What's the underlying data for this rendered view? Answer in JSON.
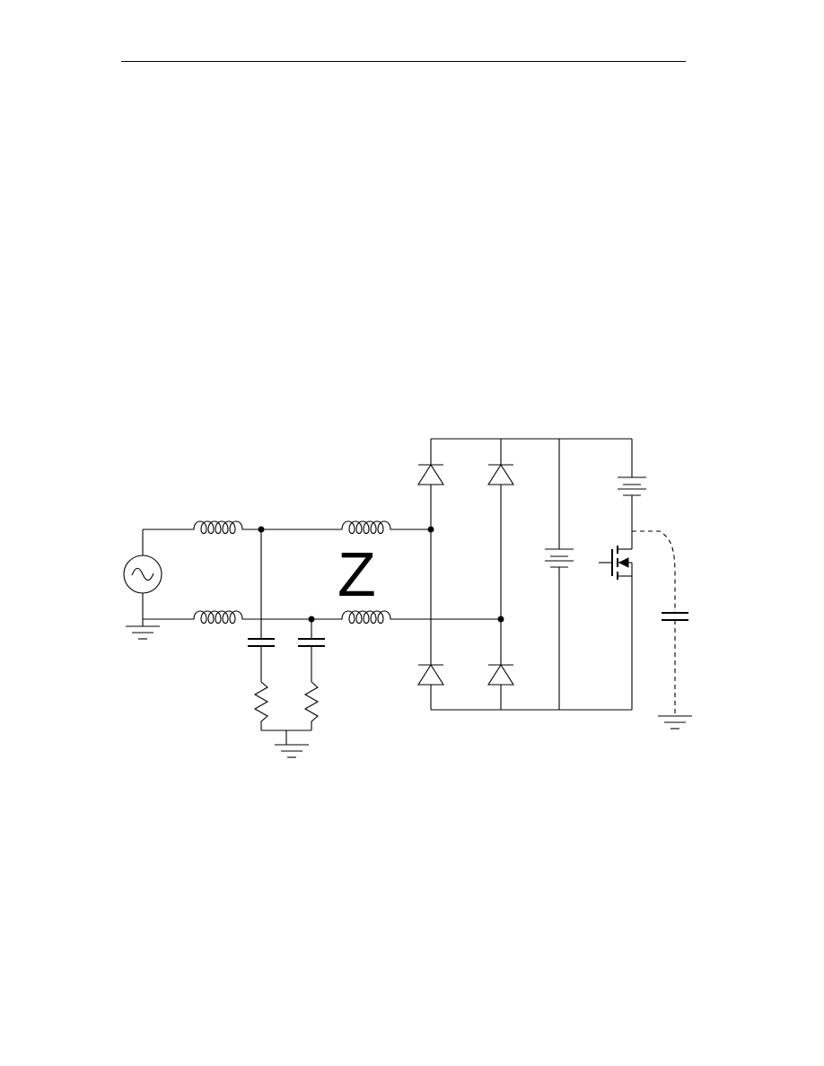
{
  "page": {
    "header_rule": true
  },
  "schematic": {
    "impedance_label": "Z",
    "components": [
      "ac-source",
      "input-inductor-top",
      "input-inductor-bottom",
      "line-inductor-top",
      "line-inductor-bottom",
      "y-capacitor-1",
      "y-capacitor-2",
      "damping-resistor-1",
      "damping-resistor-2",
      "bridge-diode-1",
      "bridge-diode-2",
      "bridge-diode-3",
      "bridge-diode-4",
      "dc-link-battery",
      "supply-battery",
      "mosfet-switch",
      "parasitic-capacitor",
      "ground-source",
      "ground-rc",
      "ground-parasitic"
    ],
    "colors": {
      "line": "#000000",
      "background": "#ffffff"
    }
  }
}
